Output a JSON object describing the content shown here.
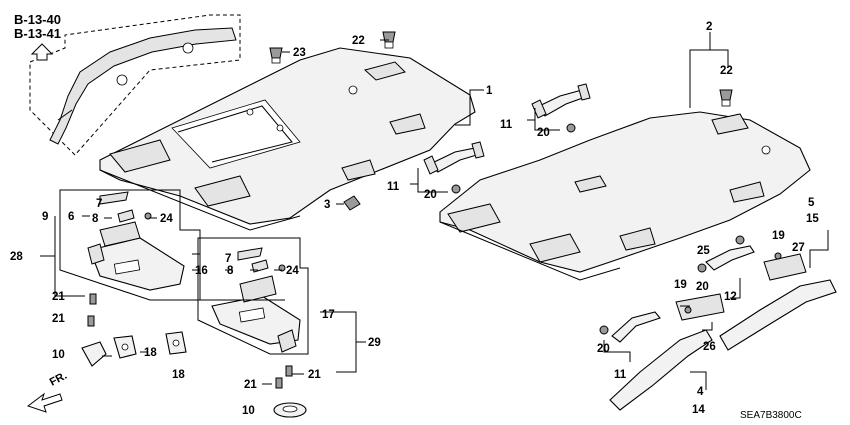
{
  "references": {
    "b1340": "B-13-40",
    "b1341": "B-13-41"
  },
  "parts": {
    "p1": "1",
    "p2": "2",
    "p3": "3",
    "p4": "4",
    "p5": "5",
    "p6": "6",
    "p7a": "7",
    "p7b": "7",
    "p8a": "8",
    "p8b": "8",
    "p9": "9",
    "p10a": "10",
    "p10b": "10",
    "p11a": "11",
    "p11b": "11",
    "p11c": "11",
    "p12": "12",
    "p14": "14",
    "p15": "15",
    "p16": "16",
    "p17": "17",
    "p18a": "18",
    "p18b": "18",
    "p19a": "19",
    "p19b": "19",
    "p20a": "20",
    "p20b": "20",
    "p20c": "20",
    "p20d": "20",
    "p21a": "21",
    "p21b": "21",
    "p21c": "21",
    "p21d": "21",
    "p22a": "22",
    "p22b": "22",
    "p23": "23",
    "p24a": "24",
    "p24b": "24",
    "p25": "25",
    "p26": "26",
    "p27": "27",
    "p28": "28",
    "p29": "29"
  },
  "front_label": "FR.",
  "diagram_code": "SEA7B3800C"
}
